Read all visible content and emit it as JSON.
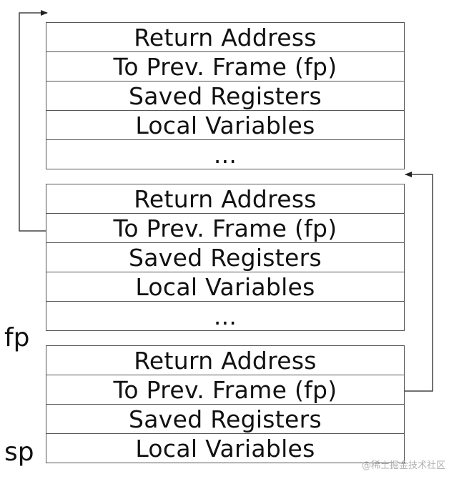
{
  "frames": [
    {
      "rows": [
        "Return Address",
        "To Prev. Frame (fp)",
        "Saved Registers",
        "Local Variables",
        "..."
      ]
    },
    {
      "rows": [
        "Return Address",
        "To Prev. Frame (fp)",
        "Saved Registers",
        "Local Variables",
        "..."
      ]
    },
    {
      "rows": [
        "Return Address",
        "To Prev. Frame (fp)",
        "Saved Registers",
        "Local Variables"
      ]
    }
  ],
  "pointers": {
    "fp": "fp",
    "sp": "sp"
  },
  "watermark": "@稀土掘金技术社区",
  "colors": {
    "line": "#555555",
    "text": "#111111",
    "background": "#ffffff"
  }
}
